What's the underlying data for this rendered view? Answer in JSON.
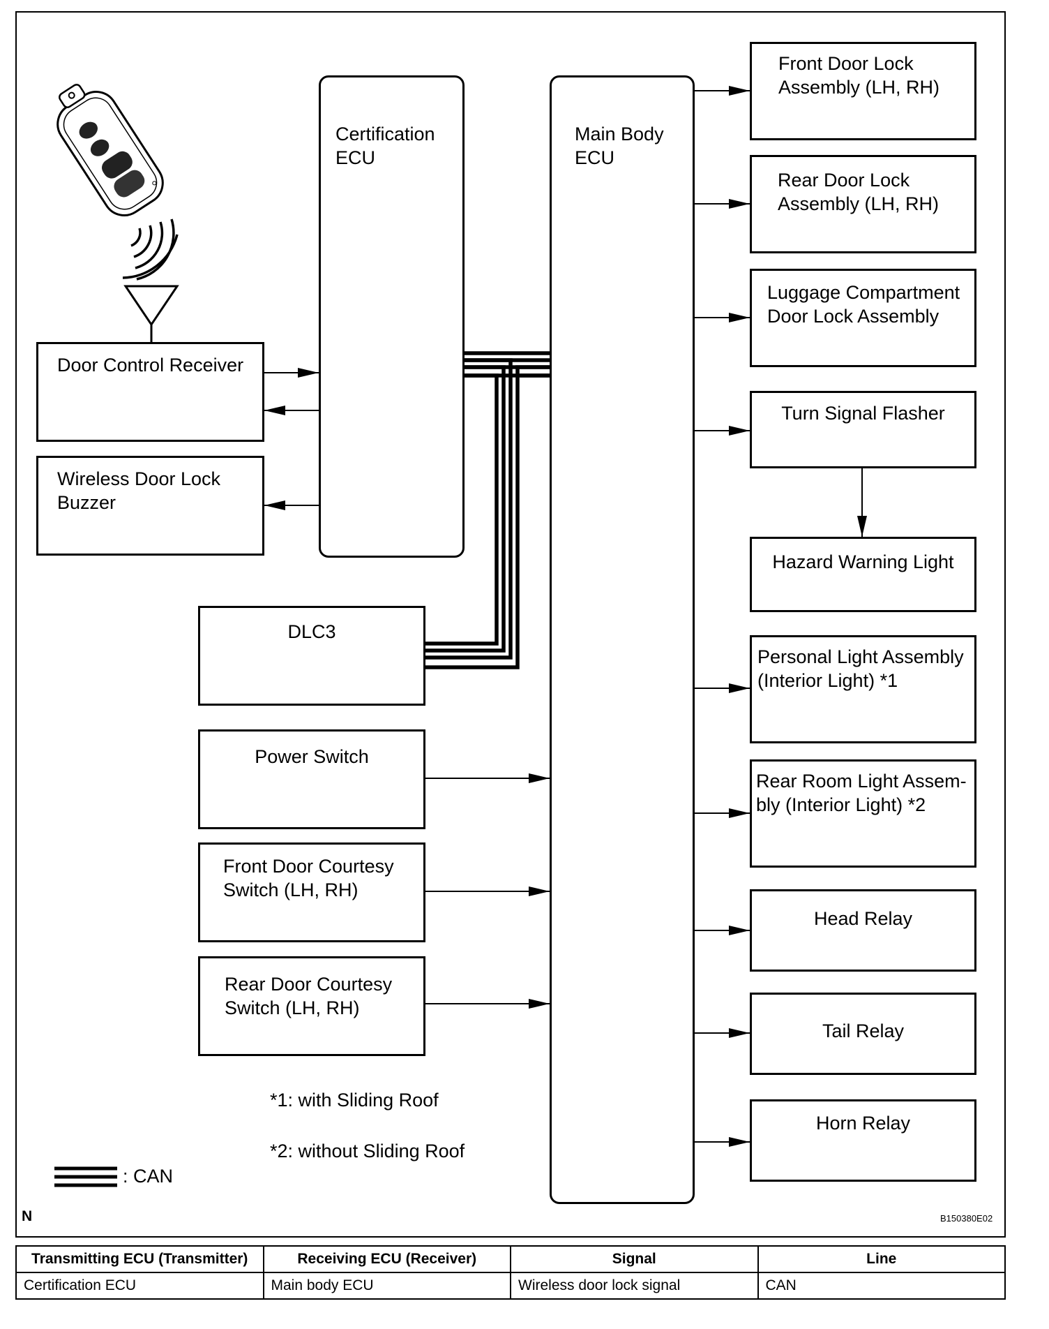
{
  "diagram": {
    "certification_ecu": "Certification\nECU",
    "main_body_ecu": "Main Body\nECU",
    "door_control_receiver": "Door Control Receiver",
    "wireless_buzzer": "Wireless Door Lock\nBuzzer",
    "dlc3": "DLC3",
    "power_switch": "Power Switch",
    "front_courtesy": "Front Door Courtesy\nSwitch (LH, RH)",
    "rear_courtesy": "Rear Door Courtesy\nSwitch (LH, RH)",
    "outputs": [
      "Front Door Lock\nAssembly (LH, RH)",
      "Rear Door Lock\nAssembly (LH, RH)",
      "Luggage Compartment\nDoor Lock Assembly",
      "Turn Signal Flasher",
      "Hazard Warning Light",
      "Personal Light Assembly\n(Interior Light) *1",
      "Rear Room Light Assem-\nbly (Interior Light) *2",
      "Head Relay",
      "Tail Relay",
      "Horn Relay"
    ],
    "notes": [
      "*1: with Sliding Roof",
      "*2: without Sliding Roof"
    ],
    "legend_label": ":  CAN",
    "north_mark": "N",
    "figure_id": "B150380E02"
  },
  "table": {
    "headers": [
      "Transmitting ECU (Transmitter)",
      "Receiving ECU (Receiver)",
      "Signal",
      "Line"
    ],
    "rows": [
      [
        "Certification ECU",
        "Main body ECU",
        "Wireless door lock signal",
        "CAN"
      ]
    ]
  }
}
